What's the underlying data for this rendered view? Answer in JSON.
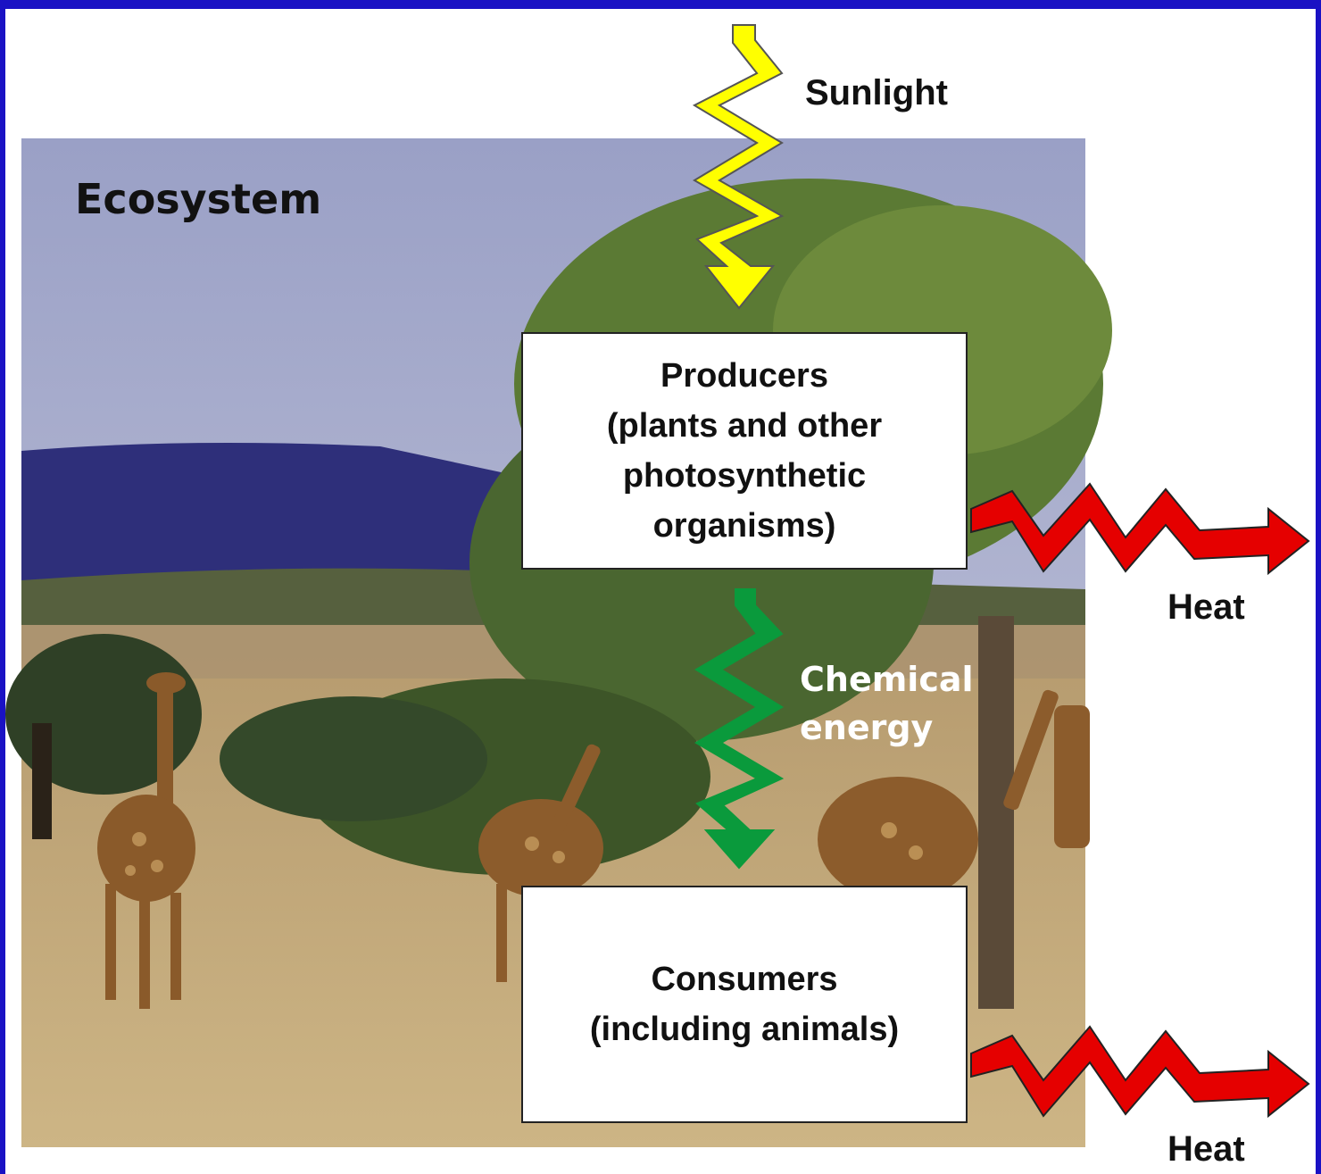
{
  "title": "Ecosystem",
  "sunlight_label": "Sunlight",
  "producers": {
    "lines": [
      "Producers",
      "(plants and other",
      "photosynthetic",
      "organisms)"
    ]
  },
  "chemical_energy": {
    "lines": [
      "Chemical",
      "energy"
    ]
  },
  "consumers": {
    "lines": [
      "Consumers",
      "(including animals)"
    ]
  },
  "heat_labels": [
    "Heat",
    "Heat"
  ],
  "colors": {
    "frame": "#1a12c4",
    "sunlight_arrow": "#ffff00",
    "chemical_arrow": "#0a9a3c",
    "heat_arrow": "#e50000"
  }
}
